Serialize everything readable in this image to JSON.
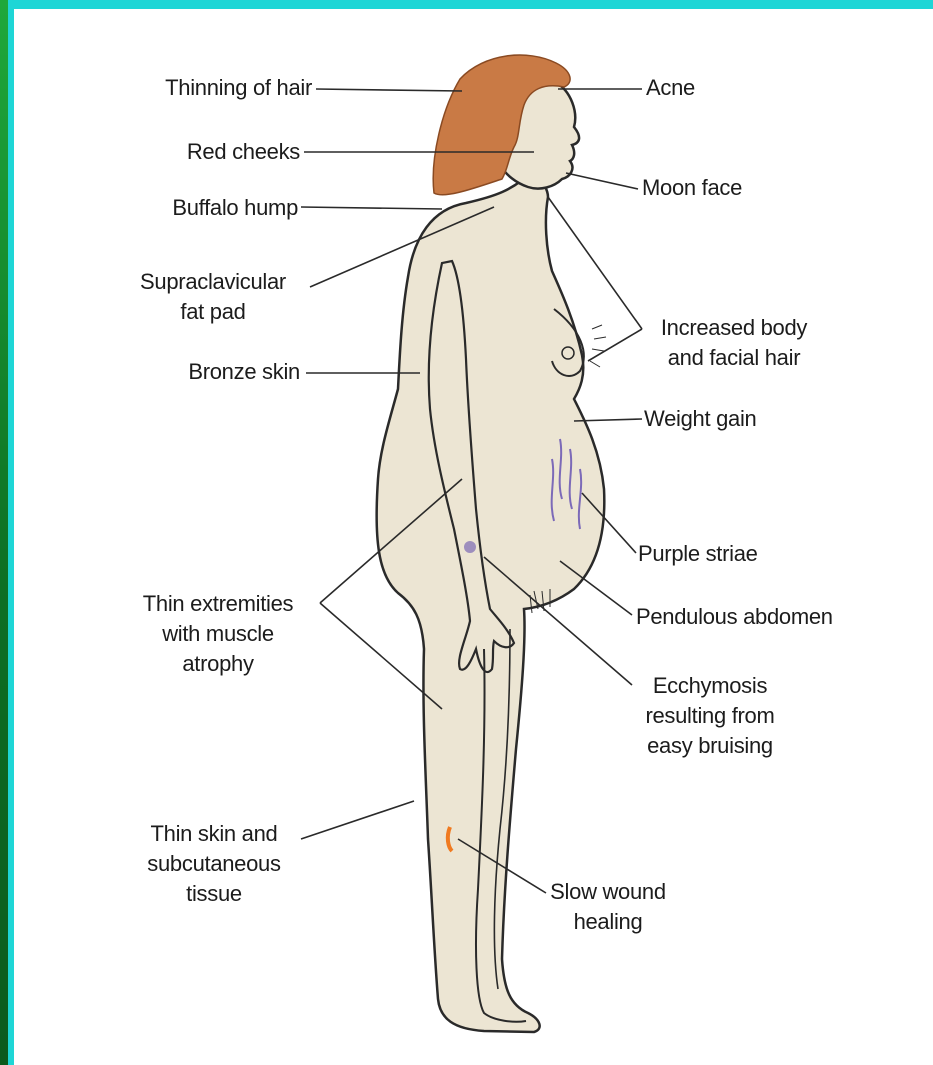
{
  "labels": {
    "thinning_hair": "Thinning of hair",
    "red_cheeks": "Red cheeks",
    "buffalo_hump": "Buffalo hump",
    "supraclavicular": "Supraclavicular\nfat pad",
    "bronze_skin": "Bronze skin",
    "thin_extremities": "Thin extremities\nwith muscle\natrophy",
    "thin_skin": "Thin skin and\nsubcutaneous\ntissue",
    "acne": "Acne",
    "moon_face": "Moon face",
    "increased_hair": "Increased body\nand facial hair",
    "weight_gain": "Weight gain",
    "purple_striae": "Purple striae",
    "pendulous_abdomen": "Pendulous abdomen",
    "ecchymosis": "Ecchymosis\nresulting from\neasy bruising",
    "slow_wound": "Slow wound\nhealing"
  },
  "colors": {
    "skin": "#ece5d3",
    "hair": "#c97a45",
    "outline": "#2a2a2a",
    "striae": "#7c6ab8",
    "wound": "#f07a20",
    "leader": "#2a2a2a"
  }
}
